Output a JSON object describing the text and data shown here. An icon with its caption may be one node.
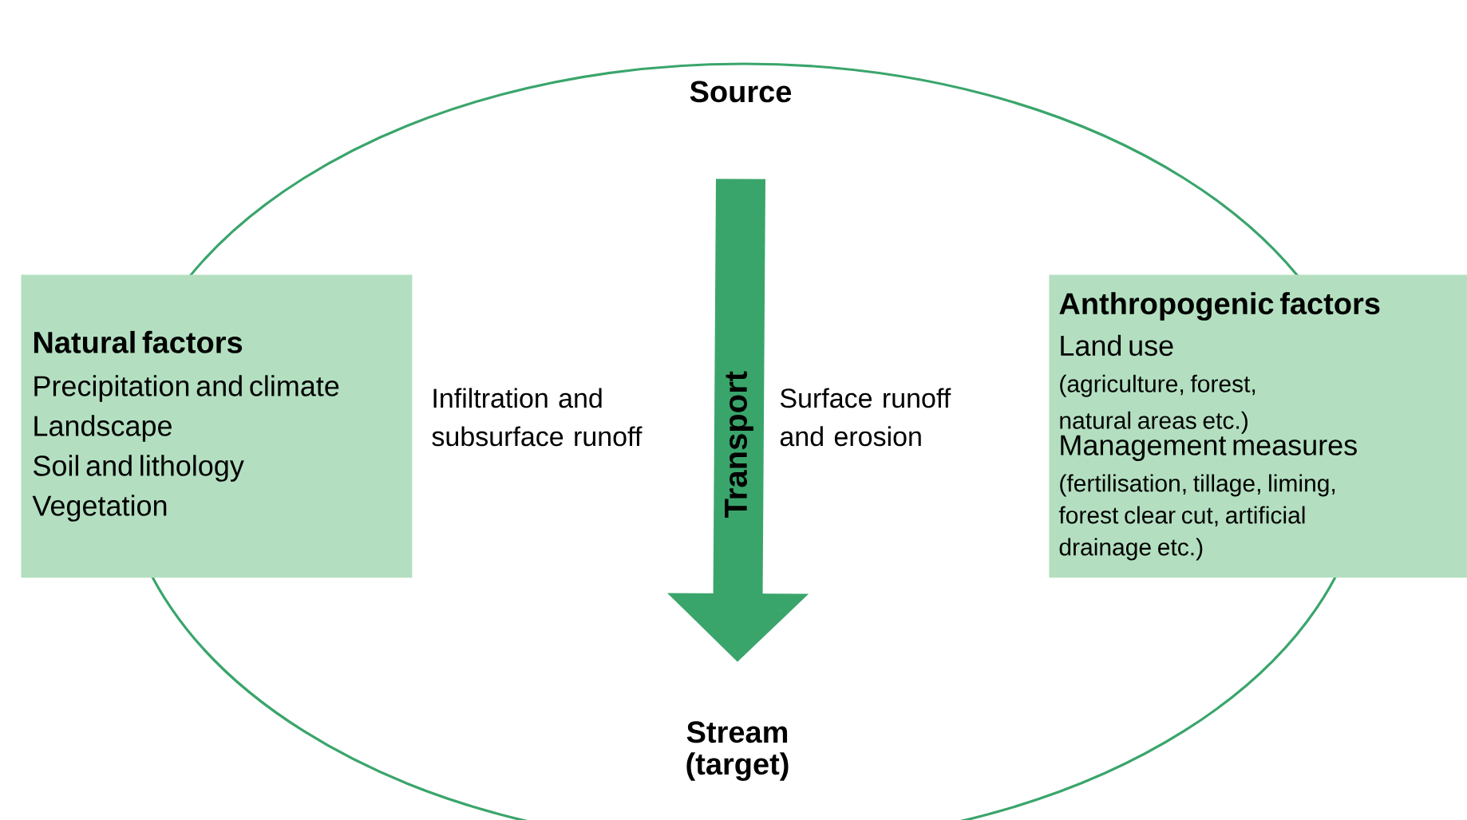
{
  "diagram": {
    "nodes": [
      {
        "text": [
          "Source"
        ]
      },
      {
        "text": [
          "Stream (target)"
        ]
      },
      {
        "text": [
          "Natural factors",
          "Precipitation and climate",
          "Landscape",
          "Soil and lithology",
          "Vegetation"
        ]
      },
      {
        "text": [
          "Anthropogenic factors",
          "Land use",
          "(agriculture, forest, natural areas etc.)",
          "Management measures",
          "(fertilisation, tillage, liming, forest clear cut, artificial drainage etc.)"
        ]
      }
    ],
    "edges": [
      {
        "from": 0,
        "to": 1,
        "arrow": "to",
        "label": "Transport"
      }
    ],
    "labels": [
      "Infiltration and subsurface runoff",
      "Surface runoff and erosion"
    ]
  }
}
